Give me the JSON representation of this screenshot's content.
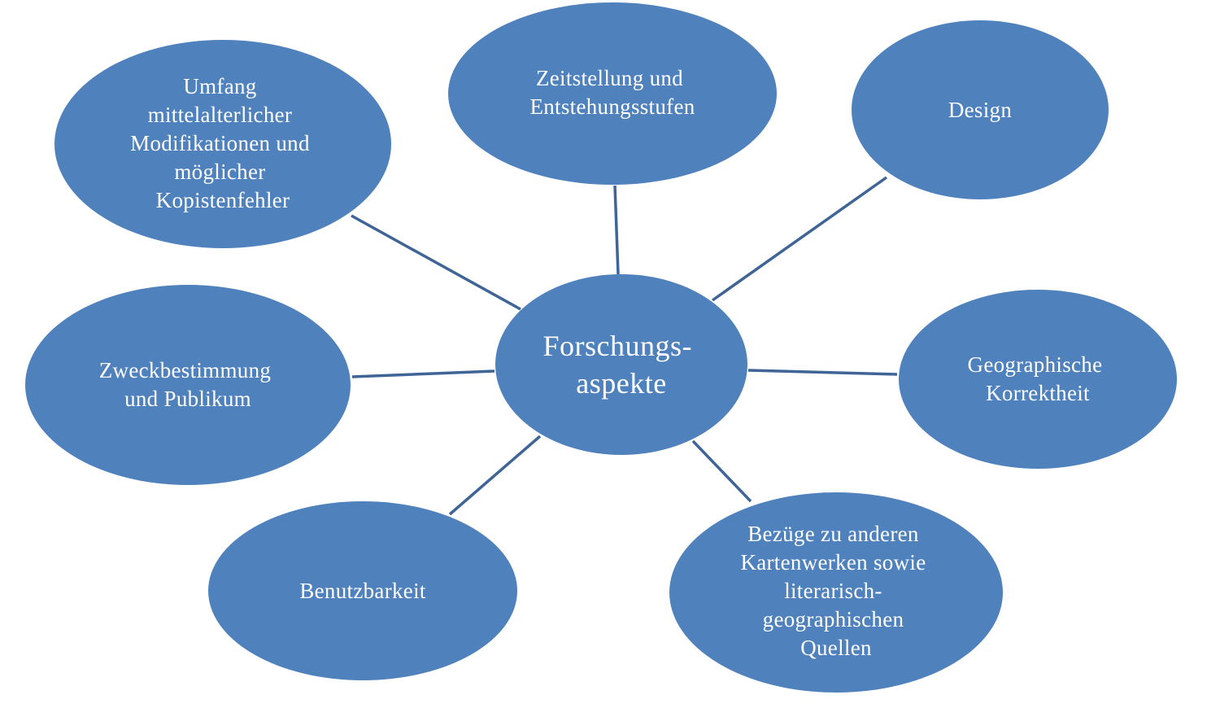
{
  "center": {
    "label_lines": [
      "Forschungs-",
      "aspekte"
    ]
  },
  "nodes": [
    {
      "id": "umfang",
      "label_lines": [
        "Umfang",
        "mittelalterlicher",
        "Modifikationen und",
        "möglicher",
        "Kopistenfehler"
      ]
    },
    {
      "id": "zeitstellung",
      "label_lines": [
        "Zeitstellung und",
        "Entstehungsstufen"
      ]
    },
    {
      "id": "design",
      "label_lines": [
        "Design"
      ]
    },
    {
      "id": "zweck",
      "label_lines": [
        "Zweckbestimmung",
        "und Publikum"
      ]
    },
    {
      "id": "geographie",
      "label_lines": [
        "Geographische",
        "Korrektheit"
      ]
    },
    {
      "id": "benutzbarkeit",
      "label_lines": [
        "Benutzbarkeit"
      ]
    },
    {
      "id": "bezuege",
      "label_lines": [
        "Bezüge zu anderen",
        "Kartenwerken sowie",
        "literarisch-",
        "geographischen",
        "Quellen"
      ]
    }
  ],
  "colors": {
    "bubble_fill": "#4f81bd",
    "connector": "#3f6496",
    "text": "#ffffff"
  }
}
